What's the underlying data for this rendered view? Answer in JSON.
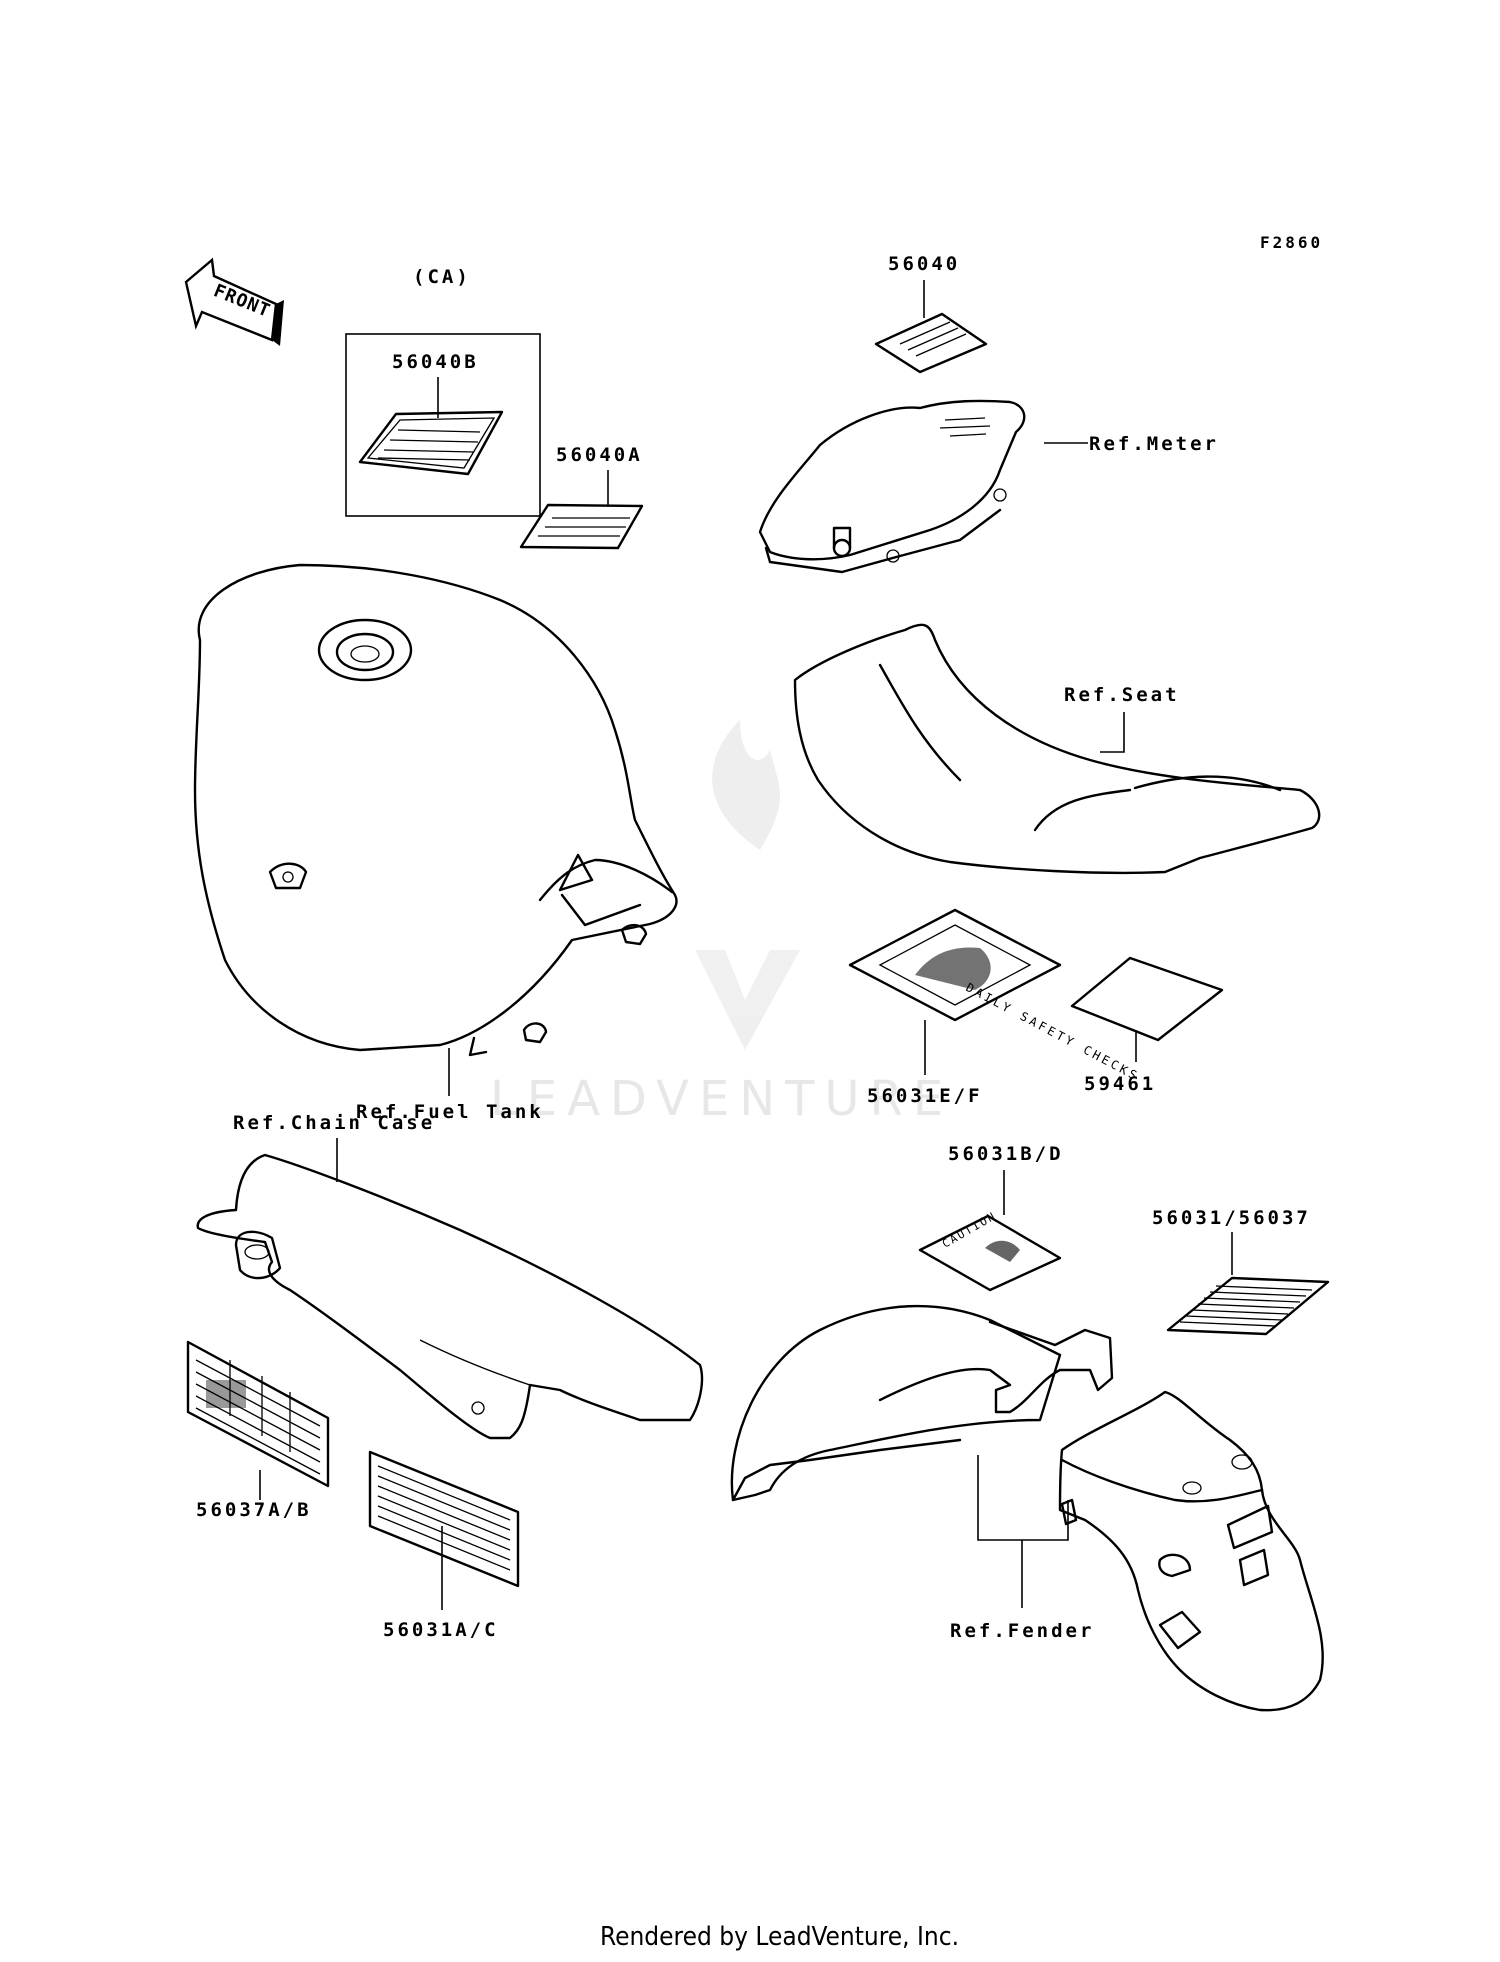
{
  "figure_code": "F2860",
  "front_arrow_label": "FRONT",
  "labels": {
    "ca": "(CA)",
    "p56040B": "56040B",
    "p56040A": "56040A",
    "p56040": "56040",
    "ref_meter": "Ref.Meter",
    "ref_seat": "Ref.Seat",
    "ref_fuel_tank": "Ref.Fuel Tank",
    "p56031EF": "56031E/F",
    "p59461": "59461",
    "ref_chain_case": "Ref.Chain Case",
    "p56031BD": "56031B/D",
    "p56031_56037": "56031/56037",
    "p56037AB": "56037A/B",
    "p56031AC": "56031A/C",
    "ref_fender": "Ref.Fender"
  },
  "decal_texts": {
    "daily_safety_checks": "DAILY SAFETY CHECKS",
    "caution": "CAUTION"
  },
  "watermark": "LEADVENTURE",
  "footer": "Rendered by LeadVenture, Inc."
}
